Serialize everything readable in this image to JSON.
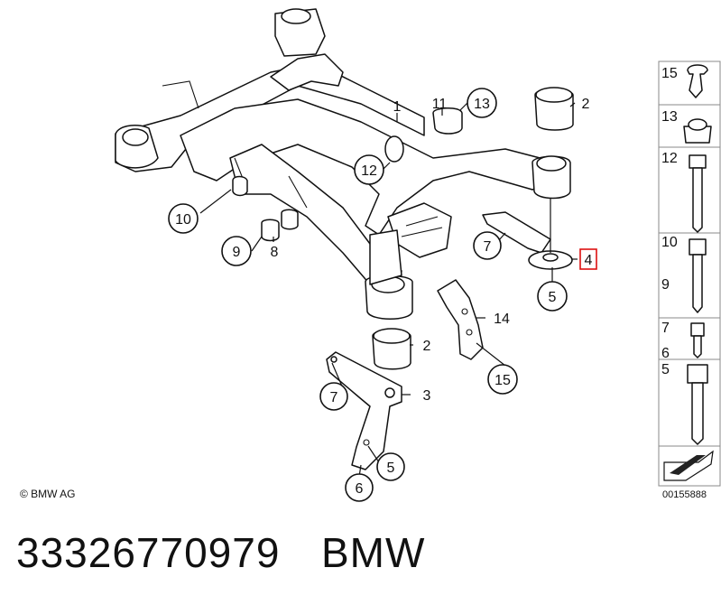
{
  "diagram": {
    "callouts": [
      "1",
      "2",
      "3",
      "4",
      "5",
      "6",
      "7",
      "8",
      "9",
      "10",
      "11",
      "12",
      "13",
      "14",
      "15"
    ],
    "highlighted": "4"
  },
  "legend": {
    "rows": [
      "15",
      "13",
      "12",
      "10",
      "9",
      "7",
      "6",
      "5"
    ],
    "image_id": "00155888"
  },
  "copyright": "© BMW AG",
  "footer": {
    "part_number": "33326770979",
    "brand": "BMW"
  }
}
